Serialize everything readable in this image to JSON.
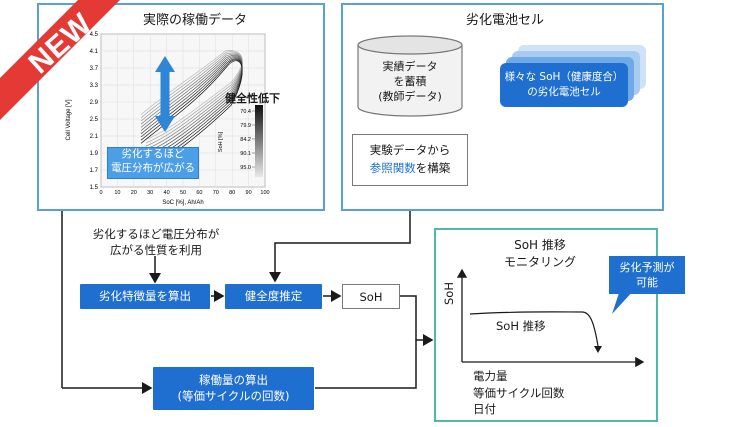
{
  "panels": {
    "actual_data_title": "実際の稼働データ",
    "degraded_cell_title": "劣化電池セル"
  },
  "badge": {
    "new_label": "NEW"
  },
  "chart_data": {
    "type": "line",
    "title": "",
    "xlabel": "SoC [%], Ah/Ah",
    "ylabel": "Cell Voltage [V]",
    "xlim": [
      0,
      100
    ],
    "ylim": [
      1.5,
      4.5
    ],
    "y_ticks": [
      "4.5",
      "4.1",
      "3.7",
      "3.3",
      "2.9",
      "2.5",
      "2.1",
      "1.9",
      "1.7",
      "1.5"
    ],
    "x_ticks": [
      "0",
      "10",
      "20",
      "30",
      "40",
      "50",
      "60",
      "70",
      "80",
      "90",
      "100"
    ],
    "legend_title": "健全性低下",
    "colorbar_label": "SoH [%]",
    "colorbar_ticks": [
      "70.4",
      "79.9",
      "84.2",
      "90.1",
      "95.0"
    ],
    "annotation": "劣化するほど\n電圧分布が広がる"
  },
  "cylinder": {
    "label": "実績データ\nを蓄積\n(教師データ)"
  },
  "stack": {
    "label": "様々な SoH（健康度合）\nの劣化電池セル"
  },
  "experiment": {
    "line1": "実験データから",
    "highlight": "参照関数",
    "line2_rest": "を構築"
  },
  "flow": {
    "note": "劣化するほど電圧分布が\n広がる性質を利用",
    "feature_label": "劣化特徴量を算出",
    "estimate_label": "健全度推定",
    "soh_label": "SoH",
    "usage_label": "稼働量の算出\n(等価サイクルの回数)"
  },
  "trend": {
    "title": "SoH 推移\nモニタリング",
    "y_axis_label": "SoH",
    "curve_label": "SoH 推移",
    "x_axis_label": "電力量\n等価サイクル回数\n日付",
    "callout": "劣化予測が\n可能"
  },
  "colors": {
    "panel_border": "#5aa0d8",
    "trend_border": "#4fb8a8",
    "accent_blue": "#1f6fd1",
    "badge_red": "#e53935"
  }
}
